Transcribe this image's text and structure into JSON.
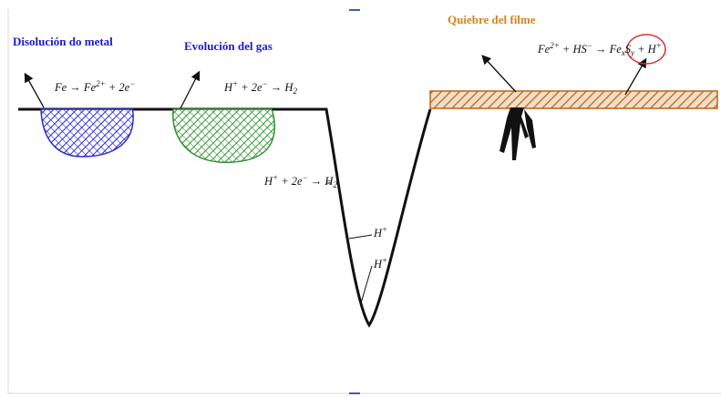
{
  "labels": {
    "dissolution": "Disolución do metal",
    "gas_evolution": "Evolución del gas",
    "film_break": "Quiebre del filme"
  },
  "equations": {
    "fe_oxidation": {
      "a": "Fe → Fe",
      "a_sup": "2+",
      "b": " + 2e",
      "b_sup": "−"
    },
    "h_reduction_top": {
      "a": "H",
      "a_sup": "+",
      "b": " + 2e",
      "b_sup": "−",
      "c": " → H",
      "c_sub": "2"
    },
    "h_reduction_pit": {
      "a": "H",
      "a_sup": "+",
      "b": " + 2e",
      "b_sup": "−",
      "c": " → H",
      "c_sub": "2"
    },
    "sulfide": {
      "a": "Fe",
      "a_sup": "2+",
      "b": " + HS",
      "b_sup": "−",
      "c": " → Fe",
      "c_sub": "x",
      "d": "S",
      "d_sub": "y",
      "e": " + H",
      "e_sup": "+"
    },
    "pit_h1": {
      "a": "H",
      "a_sup": "+"
    },
    "pit_h2": {
      "a": "H",
      "a_sup": "+"
    }
  },
  "colors": {
    "blue_label": "#1a1ad6",
    "orange_label": "#d4851f",
    "blue_hatch": "#2a2ad8",
    "green_hatch": "#2f8f2f",
    "film": "#b5651d",
    "circle": "#d9302f"
  }
}
